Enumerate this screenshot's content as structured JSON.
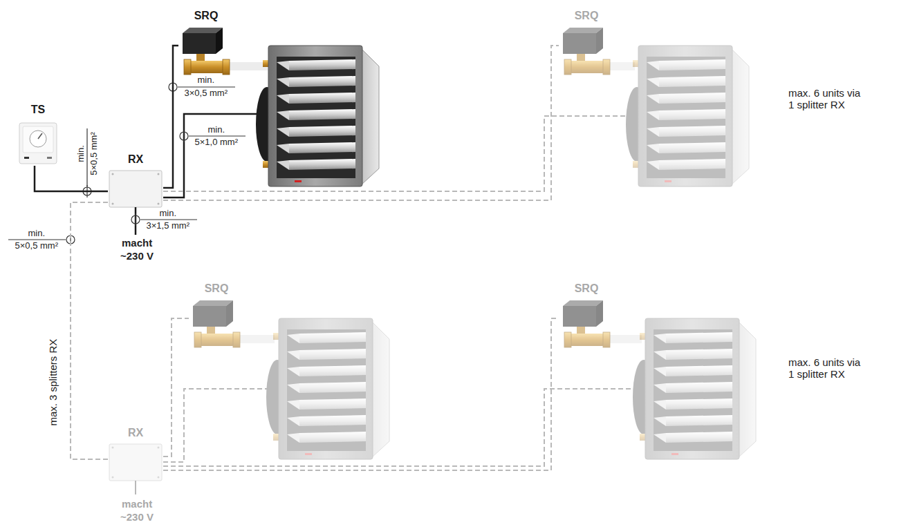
{
  "diagram": {
    "nodes": [
      {
        "text": [
          "SRQ"
        ]
      },
      {
        "text": [
          "SRQ"
        ]
      },
      {
        "text": [
          "TS"
        ]
      },
      {
        "text": [
          "RX"
        ]
      },
      {
        "text": [
          "SRQ"
        ]
      },
      {
        "text": [
          "SRQ"
        ]
      },
      {
        "text": [
          "RX"
        ]
      }
    ],
    "edges": [
      {
        "from": 2,
        "to": 3,
        "arrow": "none"
      },
      {
        "from": 3,
        "to": 0,
        "arrow": "none"
      },
      {
        "from": 3,
        "to": 1,
        "arrow": "none"
      },
      {
        "from": 3,
        "to": 6,
        "arrow": "none"
      },
      {
        "from": 6,
        "to": 4,
        "arrow": "none"
      },
      {
        "from": 6,
        "to": 5,
        "arrow": "none"
      }
    ],
    "labels": [
      "min.",
      "3×0,5 mm²",
      "min.",
      "5×1,0 mm²",
      "max. 6 units via 1 splitter RX",
      "min.",
      "5×0,5 mm²",
      "min.",
      "3×1,5 mm²",
      "macht",
      "~230 V",
      "min.",
      "5×0,5 mm²",
      "max. 6 units via 1 splitter RX",
      "max. 3 splitters RX",
      "macht",
      "~230 V"
    ]
  }
}
